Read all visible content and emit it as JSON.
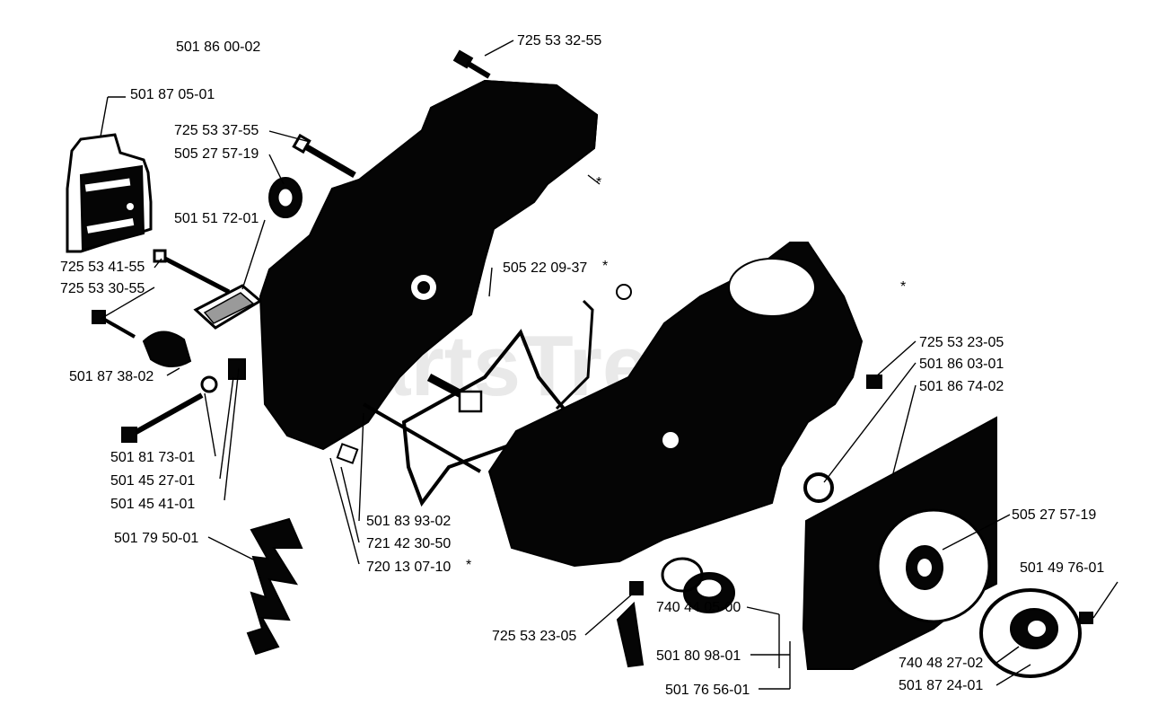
{
  "diagram": {
    "assembly_number": "501 86 00-02",
    "labels": {
      "bar_clamp_bolt_top": "725 53 32-55",
      "chain_guard_plate": "501 87 05-01",
      "screw_upper": "725 53 37-55",
      "seal_left": "505 27 57-19",
      "chain_catcher_block": "501 51 72-01",
      "long_screw": "725 53 41-55",
      "screw_lower": "725 53 30-55",
      "rubber_buffer": "501 87 38-02",
      "gasket_main": "505 22 09-37",
      "gasket_main_mark": "*",
      "bolt_front": "501 81 73-01",
      "washer_a": "501 45 27-01",
      "washer_b": "501 45 41-01",
      "spiked_bumper": "501 79 50-01",
      "tube_a": "501 83 93-02",
      "pin_b": "721 42 30-50",
      "pin_c": "720 13 07-10",
      "pin_c_mark": "*",
      "screw_right": "725 53 23-05",
      "seal_right_upper": "501 86 03-01",
      "fan_housing": "501 86 74-02",
      "seal_right": "505 27 57-19",
      "flywheel_nut": "501 49 76-01",
      "screw_bottom": "725 53 23-05",
      "oil_cap": "740 44 05-00",
      "oil_cap_ring": "501 80 98-01",
      "oil_cap_kit": "501 76 56-01",
      "bearing_a": "740 48 27-02",
      "bearing_b": "501 87 24-01"
    },
    "marks": {
      "upper_case": "*",
      "right_case": "*"
    },
    "watermark": "PartsTree"
  }
}
